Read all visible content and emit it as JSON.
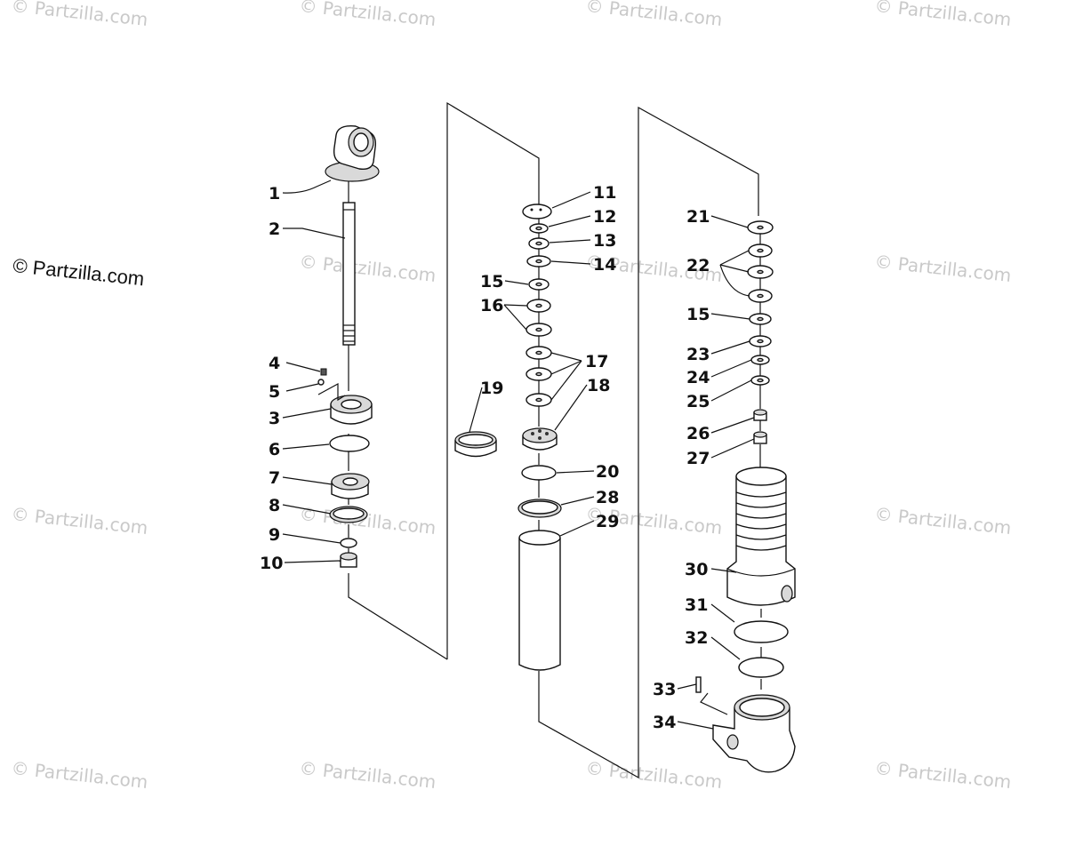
{
  "watermark_text": "© Partzilla.com",
  "watermark_primary_text": "© Partzilla.com",
  "callouts": {
    "c1": "1",
    "c2": "2",
    "c3": "3",
    "c4": "4",
    "c5": "5",
    "c6": "6",
    "c7": "7",
    "c8": "8",
    "c9": "9",
    "c10": "10",
    "c11": "11",
    "c12": "12",
    "c13": "13",
    "c14": "14",
    "c15a": "15",
    "c15b": "15",
    "c16": "16",
    "c17": "17",
    "c18": "18",
    "c19": "19",
    "c20": "20",
    "c21": "21",
    "c22": "22",
    "c23": "23",
    "c24": "24",
    "c25": "25",
    "c26": "26",
    "c27": "27",
    "c28": "28",
    "c29": "29",
    "c30": "30",
    "c31": "31",
    "c32": "32",
    "c33": "33",
    "c34": "34"
  }
}
